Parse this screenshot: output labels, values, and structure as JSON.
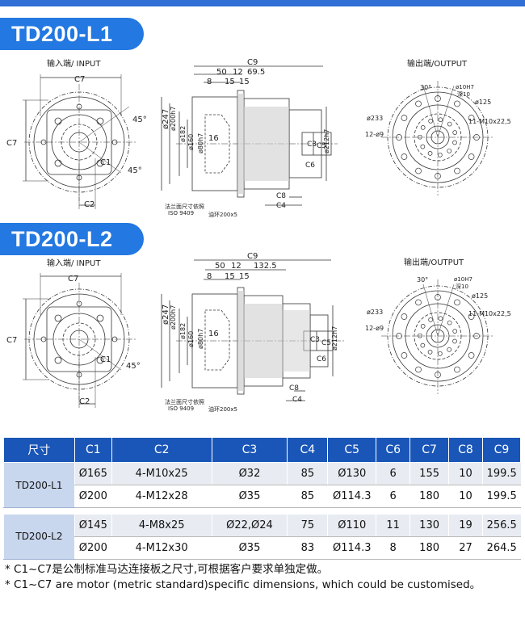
{
  "header": {
    "title_l1": "TD200-L1",
    "title_l2": "TD200-L2"
  },
  "section_l1": {
    "input_label": "输入端/ INPUT",
    "output_label": "输出端/OUTPUT",
    "dims": {
      "c7": "C7",
      "c1": "C1",
      "c2": "C2",
      "c3": "C3",
      "c4": "C4",
      "c5": "C5",
      "c6": "C6",
      "c8": "C8",
      "c9": "C9",
      "a45a": "45°",
      "a45b": "45°",
      "d50": "50",
      "d12": "12",
      "d69": "69.5",
      "d8": "8",
      "d15a": "15",
      "d15b": "15",
      "d16": "16",
      "phi247": "ø247",
      "phi200": "ø200h7",
      "phi182": "ø182",
      "phi160": "ø160",
      "phi80": "ø80h7",
      "phi212": "ø212h7",
      "flange_note": "法兰面尺寸依照",
      "iso": "ISO 9409",
      "oil": "油环200x5",
      "a30": "30°",
      "h10": "ø10H7",
      "deep10": "深10",
      "phi233": "ø233",
      "holes12": "12-ø9",
      "phi125": "ø125",
      "m10": "11-M10x22,5"
    }
  },
  "section_l2": {
    "input_label": "输入端/ INPUT",
    "output_label": "输出端/OUTPUT",
    "dims": {
      "c7": "C7",
      "c1": "C1",
      "c2": "C2",
      "c3": "C3",
      "c4": "C4",
      "c5": "C5",
      "c6": "C6",
      "c8": "C8",
      "c9": "C9",
      "a45": "45°",
      "d50": "50",
      "d12": "12",
      "d132": "132.5",
      "d8": "8",
      "d15a": "15",
      "d15b": "15",
      "d16": "16",
      "phi247": "ø247",
      "phi200": "ø200h7",
      "phi182": "ø182",
      "phi160": "ø160",
      "phi80": "ø80h7",
      "phi212": "ø212h7",
      "flange_note": "法兰面尺寸依照",
      "iso": "ISO 9409",
      "oil": "油环200x5",
      "a30": "30°",
      "h10": "ø10H7",
      "deep10": "深10",
      "phi233": "ø233",
      "holes12": "12-ø9",
      "phi125": "ø125",
      "m10": "11-M10x22,5"
    }
  },
  "table": {
    "headers": [
      "尺寸",
      "C1",
      "C2",
      "C3",
      "C4",
      "C5",
      "C6",
      "C7",
      "C8",
      "C9"
    ],
    "groups": [
      {
        "model": "TD200-L1",
        "rows": [
          [
            "Ø165",
            "4-M10x25",
            "Ø32",
            "85",
            "Ø130",
            "6",
            "155",
            "10",
            "199.5"
          ],
          [
            "Ø200",
            "4-M12x28",
            "Ø35",
            "85",
            "Ø114.3",
            "6",
            "180",
            "10",
            "199.5"
          ]
        ]
      },
      {
        "model": "TD200-L2",
        "rows": [
          [
            "Ø145",
            "4-M8x25",
            "Ø22,Ø24",
            "75",
            "Ø110",
            "11",
            "130",
            "19",
            "256.5"
          ],
          [
            "Ø200",
            "4-M12x30",
            "Ø35",
            "83",
            "Ø114.3",
            "8",
            "180",
            "27",
            "264.5"
          ]
        ]
      }
    ]
  },
  "notes": {
    "cn": "* C1~C7是公制标准马达连接板之尺寸,可根据客户要求单独定做。",
    "en": "* C1~C7 are motor (metric standard)specific dimensions, which could be customised。"
  },
  "colors": {
    "accent": "#2378e1",
    "table_header": "#1a56b8",
    "model_cell": "#c9d7ee"
  }
}
